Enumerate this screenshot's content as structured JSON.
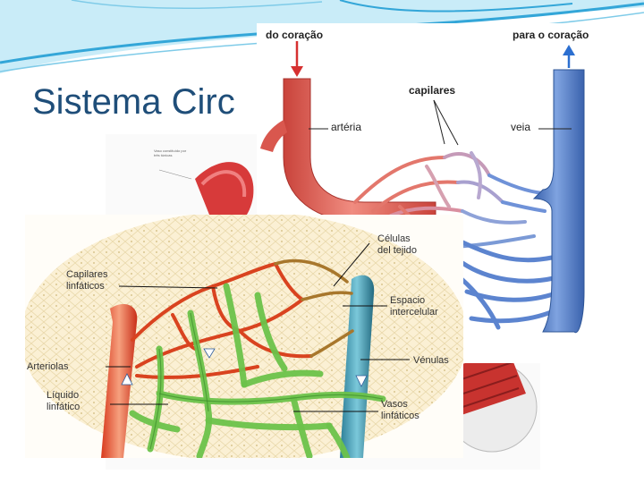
{
  "slide": {
    "title": "Sistema Circ",
    "colors": {
      "title": "#1f4e79",
      "artery": "#e05a50",
      "vein": "#4a78c4",
      "lymph": "#6cc04a",
      "swoosh": "#33a6d8"
    }
  },
  "top_figure": {
    "from_heart": "do coração",
    "to_heart": "para o coração",
    "capillaries": "capilares",
    "artery": "artéria",
    "vein": "veia"
  },
  "background_figure": {
    "vessel_note": "Vaso constituído por três túnicas"
  },
  "lymph_figure": {
    "tissue_cells": "Células\ndel tejido",
    "lymph_capillaries": "Capilares\nlinfáticos",
    "interstitial_space": "Espacio\nintercelular",
    "arterioles": "Arteriolas",
    "venules": "Vénulas",
    "lymph_fluid": "Líquido\nlinfático",
    "lymph_vessels": "Vasos\nlinfáticos"
  }
}
